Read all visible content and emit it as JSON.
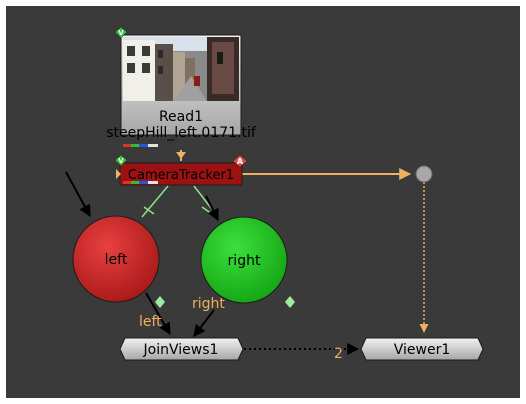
{
  "graph": {
    "read_node": {
      "title": "Read1",
      "filename": "steepHill_left.0171.tif"
    },
    "tracker_node": {
      "title": "CameraTracker1",
      "badge": "A"
    },
    "left_node": {
      "title": "left"
    },
    "right_node": {
      "title": "right"
    },
    "joinviews_node": {
      "title": "JoinViews1"
    },
    "viewer_node": {
      "title": "Viewer1"
    },
    "input_labels": {
      "join_left": "left",
      "join_right": "right",
      "viewer_input": "2"
    }
  },
  "colors": {
    "background": "#3a3a3a",
    "tracker_red": "#9c1212",
    "left_red": "#d42a2a",
    "right_green": "#22cc22",
    "pipe_orange": "#f0b060",
    "link_green": "#8ee08e",
    "view_dot": "#9eea9e"
  }
}
